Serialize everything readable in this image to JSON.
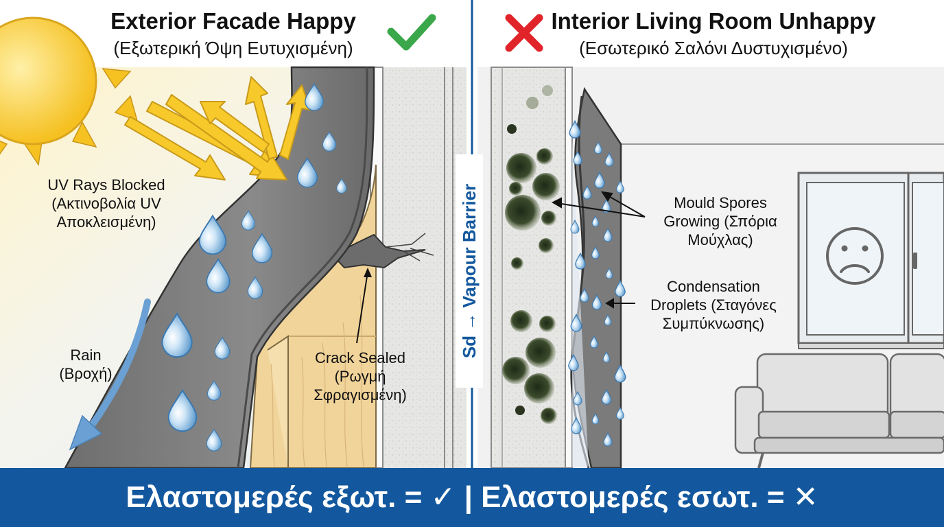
{
  "header": {
    "left_title": "Exterior Facade Happy",
    "left_subtitle": "(Εξωτερική Όψη Ευτυχισμένη)",
    "right_title": "Interior Living Room Unhappy",
    "right_subtitle": "(Εσωτερικό Σαλόνι Δυστυχισμένο)",
    "left_status_icon": "check-icon",
    "right_status_icon": "cross-icon"
  },
  "labels": {
    "uv": [
      "UV Rays Blocked",
      "(Ακτινοβολία UV",
      "Αποκλεισμένη)"
    ],
    "rain": [
      "Rain",
      "(Βροχή)"
    ],
    "crack": [
      "Crack Sealed",
      "(Ρωγμή",
      "Σφραγισμένη)"
    ],
    "mould": [
      "Mould Spores",
      "Growing (Σπόρια",
      "Μούχλας)"
    ],
    "condensation": [
      "Condensation",
      "Droplets (Σταγόνες",
      "Συμπύκνωσης)"
    ]
  },
  "divider_label": "Sd → Vapour Barrier",
  "banner": "Ελαστομερές εξωτ. = ✓ | Ελαστομερές εσωτ. = ✕",
  "icons": [
    "sun-icon",
    "uv-arrow-icon",
    "rain-drop-icon",
    "crack-icon",
    "mould-spore-icon",
    "condensation-drop-icon",
    "window-icon",
    "sad-face-icon",
    "sofa-icon"
  ],
  "colors": {
    "accent_blue": "#13589e",
    "check_green": "#3aa84a",
    "cross_red": "#e0242a",
    "coating_gray": "#777777",
    "sun_yellow": "#f5c222",
    "wood": "#f1d49a",
    "mould": "#3a4a2e"
  }
}
